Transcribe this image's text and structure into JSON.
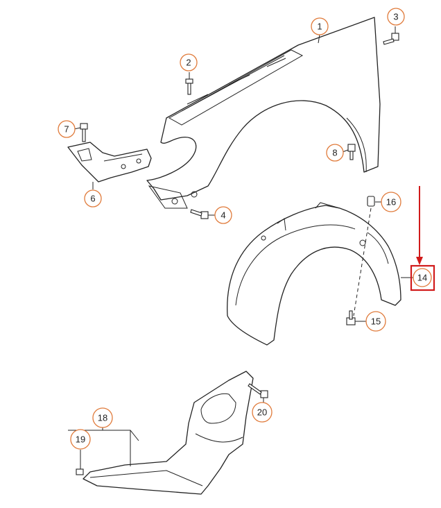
{
  "callouts": {
    "c1": "1",
    "c2": "2",
    "c3": "3",
    "c4": "4",
    "c6": "6",
    "c7": "7",
    "c8": "8",
    "c14": "14",
    "c15": "15",
    "c16": "16",
    "c18": "18",
    "c19": "19",
    "c20": "20"
  },
  "colors": {
    "callout_ring": "#e07a3a",
    "highlight": "#d11a1a",
    "line": "#222222"
  },
  "highlighted_part": "14"
}
